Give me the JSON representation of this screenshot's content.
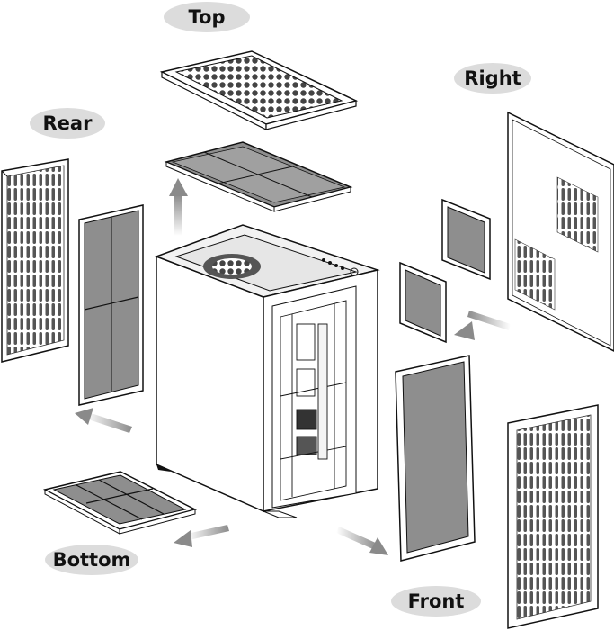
{
  "labels": {
    "top": "Top",
    "right": "Right",
    "rear": "Rear",
    "bottom": "Bottom",
    "front": "Front"
  },
  "colors": {
    "label_pill": "#dcdcdc",
    "ink": "#111111",
    "filter_mesh": "#8e8e8e",
    "arrow": "#9a9a9a"
  }
}
